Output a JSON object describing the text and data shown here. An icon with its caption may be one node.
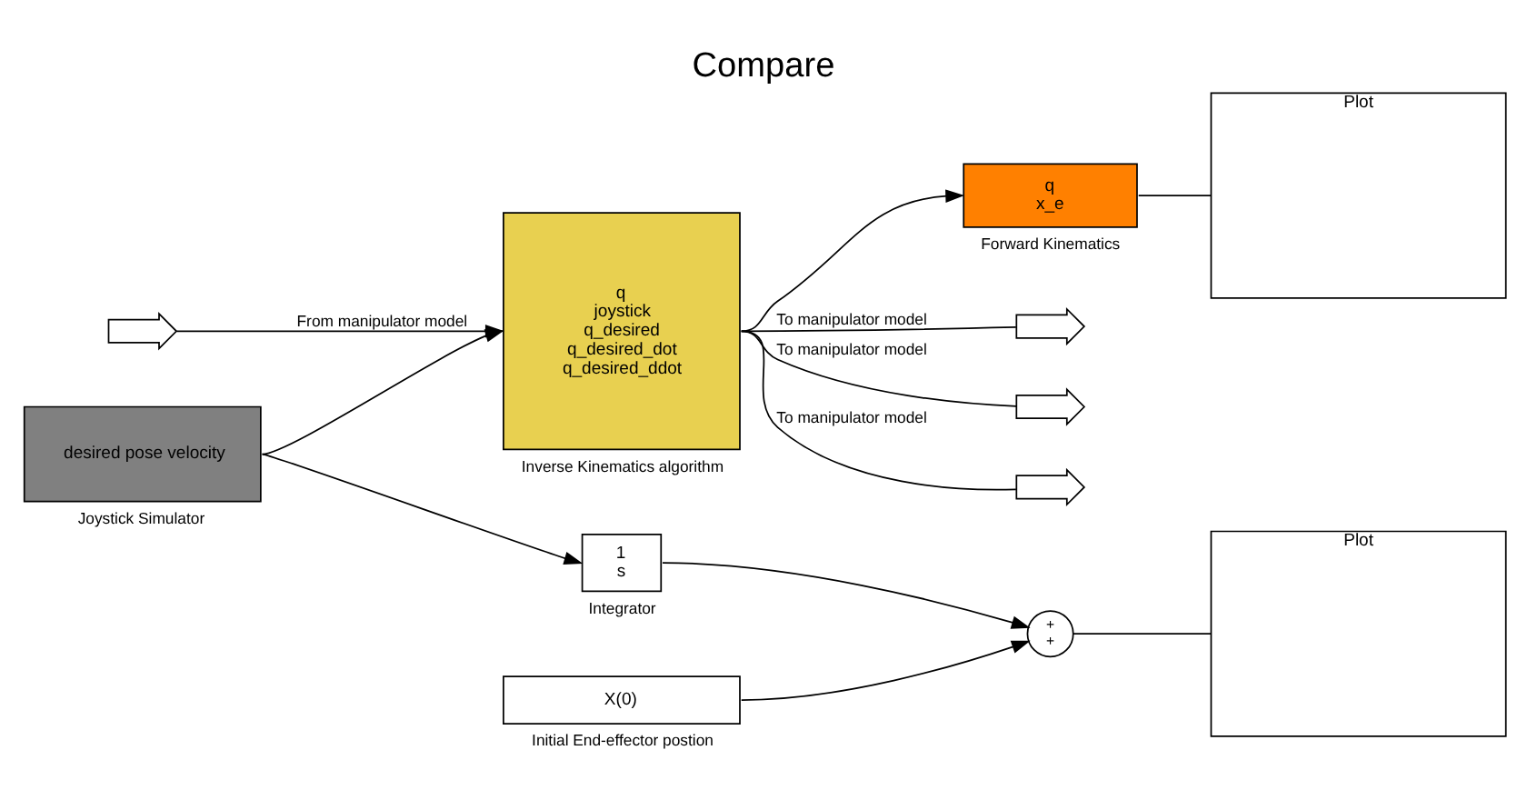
{
  "diagram": {
    "title": "Compare",
    "nodes": [
      {
        "text": [],
        "shape": "arrow"
      },
      {
        "text": [
          "q",
          "joystick",
          "q_desired",
          "q_desired_dot",
          "q_desired_ddot"
        ],
        "beside": [
          "Inverse Kinematics algorithm"
        ]
      },
      {
        "text": [
          "desired pose velocity"
        ],
        "beside": [
          "Joystick Simulator"
        ]
      },
      {
        "text": [
          "q",
          "x_e"
        ],
        "beside": [
          "Forward Kinematics"
        ]
      },
      {
        "text": [],
        "shape": "arrow"
      },
      {
        "text": [],
        "shape": "arrow"
      },
      {
        "text": [],
        "shape": "arrow"
      },
      {
        "text": [
          "1",
          "s"
        ],
        "beside": [
          "Integrator"
        ]
      },
      {
        "text": [
          "+",
          "+"
        ]
      },
      {
        "text": [
          "X(0)"
        ],
        "beside": [
          "Initial End-effector postion"
        ]
      },
      {
        "text": [
          "Plot"
        ]
      },
      {
        "text": [
          "Plot"
        ]
      }
    ],
    "edges": [
      {
        "from": 0,
        "to": 1,
        "arrow": "to",
        "label": "From manipulator model"
      },
      {
        "from": 1,
        "to": 3,
        "arrow": "to"
      },
      {
        "from": 1,
        "to": 4,
        "arrow": "none",
        "label": "To manipulator model"
      },
      {
        "from": 1,
        "to": 5,
        "arrow": "none",
        "label": "To manipulator model"
      },
      {
        "from": 1,
        "to": 6,
        "arrow": "none",
        "label": "To manipulator model"
      },
      {
        "from": 2,
        "to": 1,
        "arrow": "to"
      },
      {
        "from": 2,
        "to": 7,
        "arrow": "to"
      },
      {
        "from": 7,
        "to": 8,
        "arrow": "to"
      },
      {
        "from": 9,
        "to": 8,
        "arrow": "to"
      },
      {
        "from": 3,
        "to": 10,
        "arrow": "none"
      },
      {
        "from": 8,
        "to": 11,
        "arrow": "none"
      }
    ]
  }
}
